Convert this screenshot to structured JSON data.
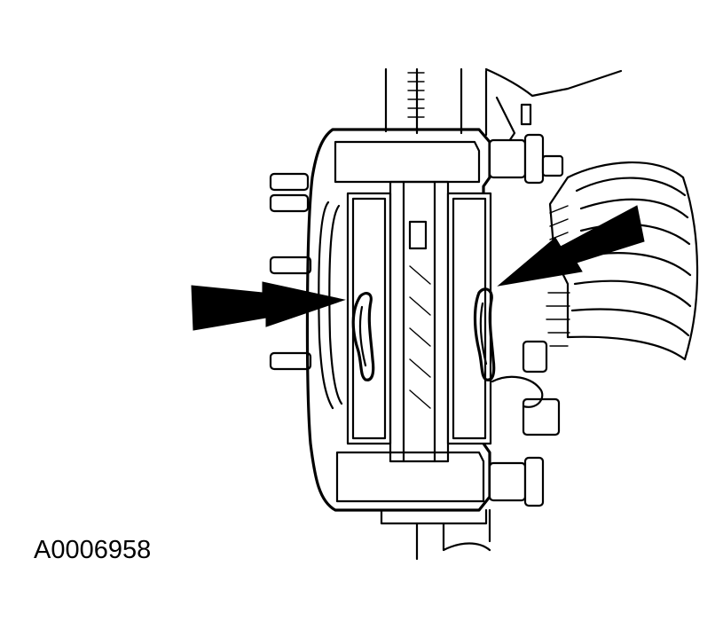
{
  "figure": {
    "id_label": "A0006958"
  },
  "colors": {
    "line": "#000000",
    "background": "#ffffff"
  },
  "callouts": [
    {
      "name": "left-arrow",
      "direction": "right",
      "target": "inner-pad-anti-rattle-clip"
    },
    {
      "name": "right-arrow",
      "direction": "down-left",
      "target": "outer-pad-anti-rattle-clip"
    }
  ]
}
